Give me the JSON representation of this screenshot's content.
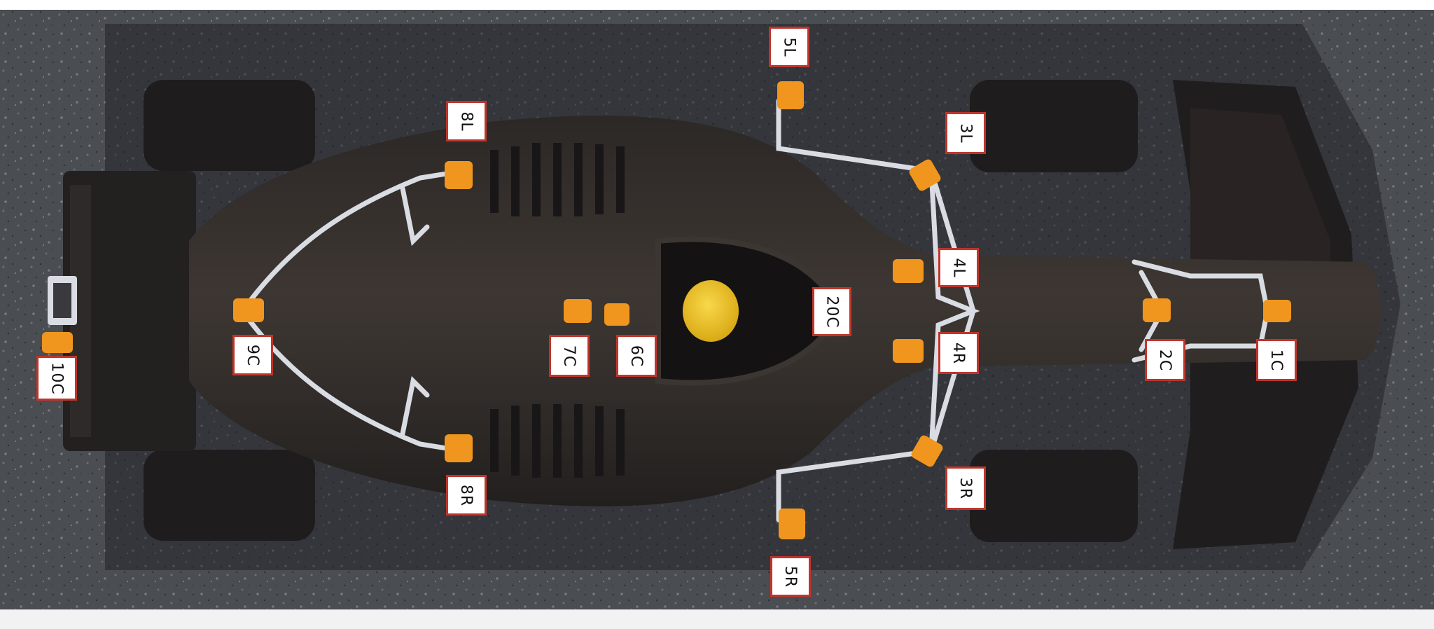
{
  "figure": {
    "sensor_labels": [
      "5L",
      "8L",
      "3L",
      "4L",
      "20C",
      "2C",
      "1C",
      "9C",
      "7C",
      "6C",
      "4R",
      "10C",
      "8R",
      "3R",
      "5R"
    ],
    "colors": {
      "asphalt": "#4a4d52",
      "car_body": "#262322",
      "tyre": "#1e1c1c",
      "sensor": "#f0961f",
      "frame": "#d9dde3",
      "helmet": "#f2c41e",
      "label_border": "#c0352b"
    }
  }
}
